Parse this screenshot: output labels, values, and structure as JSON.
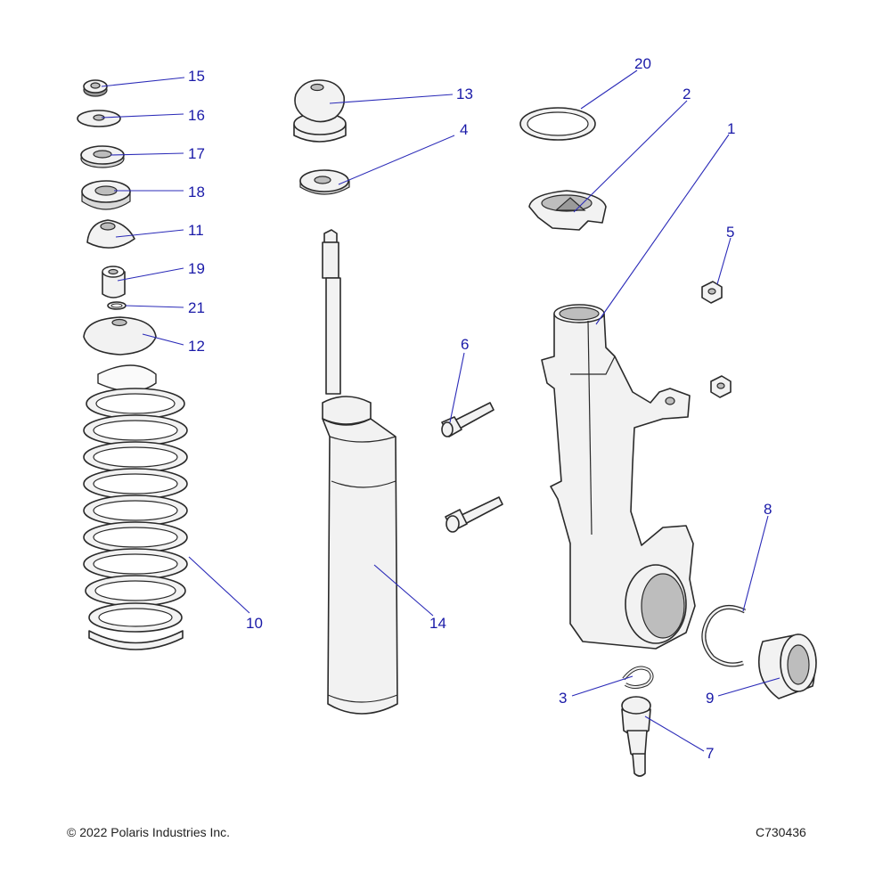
{
  "diagram": {
    "callouts": [
      "1",
      "2",
      "3",
      "4",
      "5",
      "6",
      "7",
      "8",
      "9",
      "10",
      "11",
      "12",
      "13",
      "14",
      "15",
      "16",
      "17",
      "18",
      "19",
      "20",
      "21"
    ]
  },
  "footer": {
    "copyright": "© 2022 Polaris Industries Inc.",
    "code": "C730436"
  }
}
